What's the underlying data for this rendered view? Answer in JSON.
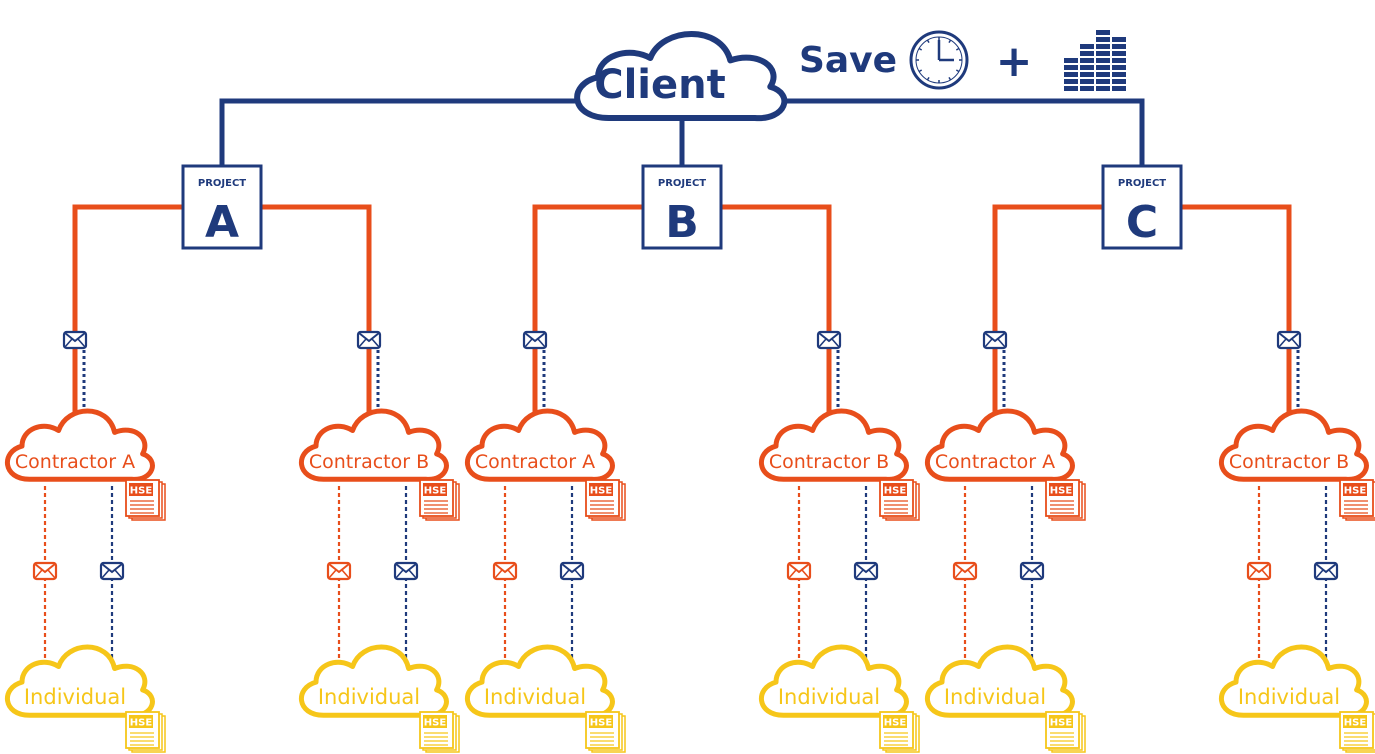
{
  "colors": {
    "navy": "#1f3a7c",
    "orange": "#e84e1b",
    "yellow": "#f6c619",
    "white": "#ffffff"
  },
  "client": {
    "label": "Client"
  },
  "save": {
    "label": "Save",
    "plus": "+",
    "icons": [
      "clock-icon",
      "stack-coins-icon"
    ]
  },
  "projects": [
    {
      "caption": "PROJECT",
      "letter": "A"
    },
    {
      "caption": "PROJECT",
      "letter": "B"
    },
    {
      "caption": "PROJECT",
      "letter": "C"
    }
  ],
  "contractors": [
    {
      "label": "Contractor A"
    },
    {
      "label": "Contractor B"
    },
    {
      "label": "Contractor A"
    },
    {
      "label": "Contractor B"
    },
    {
      "label": "Contractor A"
    },
    {
      "label": "Contractor B"
    }
  ],
  "individuals": [
    {
      "label": "Individual"
    },
    {
      "label": "Individual"
    },
    {
      "label": "Individual"
    },
    {
      "label": "Individual"
    },
    {
      "label": "Individual"
    },
    {
      "label": "Individual"
    }
  ],
  "hse_badge": "HSE",
  "icons": {
    "envelope": "envelope-icon",
    "document": "hse-document-icon",
    "cloud": "cloud-icon"
  }
}
